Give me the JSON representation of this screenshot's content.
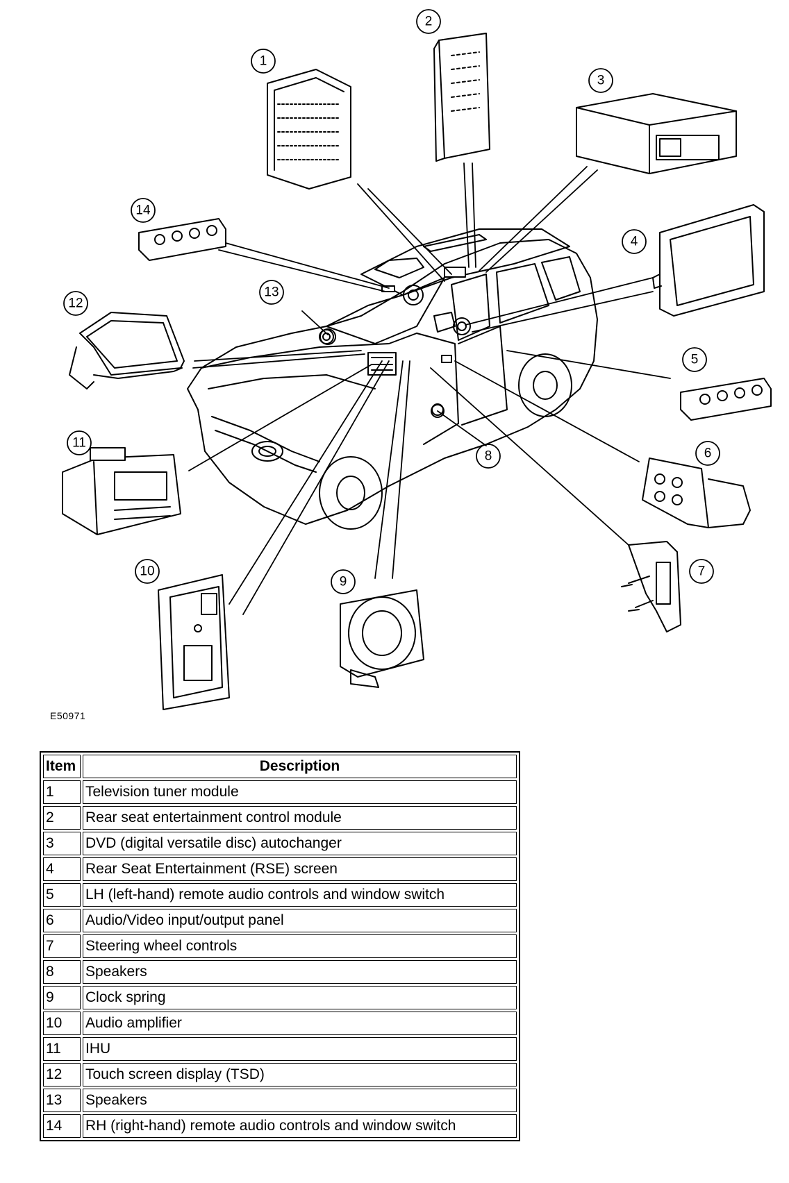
{
  "figure_code": "E50971",
  "callouts": [
    "1",
    "2",
    "3",
    "4",
    "5",
    "6",
    "7",
    "8",
    "9",
    "10",
    "11",
    "12",
    "13",
    "14"
  ],
  "legend": {
    "header_item": "Item",
    "header_description": "Description",
    "rows": [
      {
        "item": "1",
        "description": "Television tuner module"
      },
      {
        "item": "2",
        "description": "Rear seat entertainment control module"
      },
      {
        "item": "3",
        "description": "DVD (digital versatile disc) autochanger"
      },
      {
        "item": "4",
        "description": "Rear Seat Entertainment (RSE) screen"
      },
      {
        "item": "5",
        "description": "LH (left-hand) remote audio controls and window switch"
      },
      {
        "item": "6",
        "description": "Audio/Video input/output panel"
      },
      {
        "item": "7",
        "description": "Steering wheel controls"
      },
      {
        "item": "8",
        "description": "Speakers"
      },
      {
        "item": "9",
        "description": "Clock spring"
      },
      {
        "item": "10",
        "description": "Audio amplifier"
      },
      {
        "item": "11",
        "description": "IHU"
      },
      {
        "item": "12",
        "description": "Touch screen display (TSD)"
      },
      {
        "item": "13",
        "description": "Speakers"
      },
      {
        "item": "14",
        "description": "RH (right-hand) remote audio controls and window switch"
      }
    ]
  }
}
